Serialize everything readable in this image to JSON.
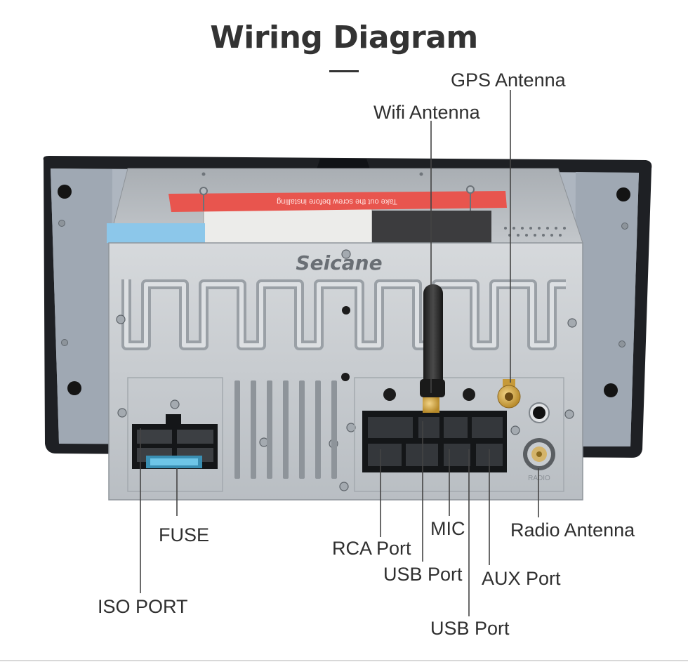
{
  "title": "Wiring Diagram",
  "brand": "Seicane",
  "sticker_text": "Take out the screw before installing",
  "radio_port_mark": "RADIO",
  "labels": {
    "gps_antenna": "GPS Antenna",
    "wifi_antenna": "Wifi Antenna",
    "fuse": "FUSE",
    "iso_port": "ISO PORT",
    "rca_port": "RCA Port",
    "usb_port_1": "USB Port",
    "mic": "MIC",
    "usb_port_2": "USB Port",
    "aux_port": "AUX Port",
    "radio_antenna": "Radio Antenna"
  },
  "colors": {
    "title": "#333333",
    "label": "#2f2f2f",
    "leader_line": "#444444",
    "housing": "#c9cdd1",
    "bezel": "#1e2024",
    "sticker": "#e8554e",
    "brand": "#6a6f75"
  }
}
